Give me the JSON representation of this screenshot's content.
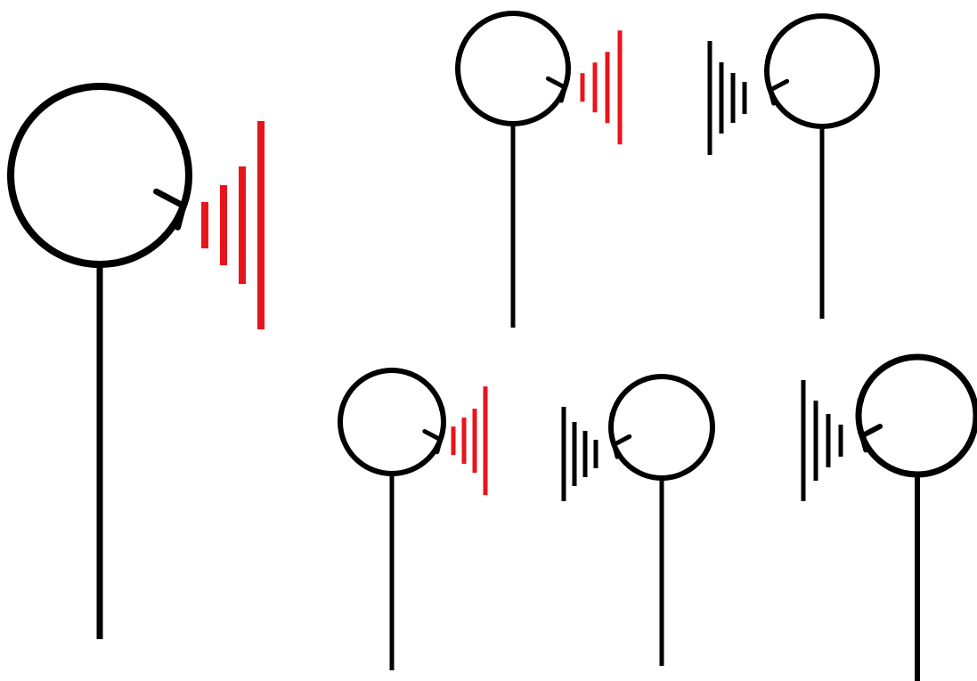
{
  "diagram": {
    "background_color": "#ffffff",
    "line_color": "#000000",
    "symbols": [
      {
        "id": "symbol-large",
        "wave_color": "#e8141c",
        "wave_side": "right"
      },
      {
        "id": "symbol-top-left",
        "wave_color": "#e8141c",
        "wave_side": "right"
      },
      {
        "id": "symbol-top-right",
        "wave_color": "#000000",
        "wave_side": "left"
      },
      {
        "id": "symbol-bottom-1",
        "wave_color": "#e8141c",
        "wave_side": "right"
      },
      {
        "id": "symbol-bottom-2",
        "wave_color": "#000000",
        "wave_side": "left"
      },
      {
        "id": "symbol-bottom-3",
        "wave_color": "#000000",
        "wave_side": "left"
      }
    ]
  }
}
